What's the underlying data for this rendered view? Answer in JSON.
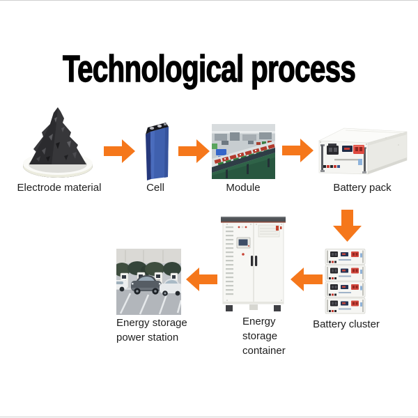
{
  "page": {
    "title": "Technological process"
  },
  "colors": {
    "arrow": "#f5771b",
    "label": "#1d1d1d",
    "background": "#ffffff"
  },
  "process": {
    "steps": [
      {
        "id": "electrode-material",
        "label": "Electrode material",
        "icon": "electrode-material-icon"
      },
      {
        "id": "cell",
        "label": "Cell",
        "icon": "battery-cell-icon"
      },
      {
        "id": "module",
        "label": "Module",
        "icon": "assembly-line-icon"
      },
      {
        "id": "battery-pack",
        "label": "Battery pack",
        "icon": "battery-pack-icon"
      },
      {
        "id": "battery-cluster",
        "label": "Battery cluster",
        "icon": "battery-cluster-icon"
      },
      {
        "id": "energy-storage-container",
        "label": "Energy storage container",
        "label_lines": [
          "Energy",
          "storage",
          "container"
        ],
        "icon": "storage-container-icon"
      },
      {
        "id": "energy-storage-power-station",
        "label": "Energy storage power station",
        "label_lines": [
          "Energy storage",
          "power station"
        ],
        "icon": "charging-station-icon"
      }
    ],
    "arrows": [
      {
        "from": "electrode-material",
        "to": "cell",
        "direction": "right"
      },
      {
        "from": "cell",
        "to": "module",
        "direction": "right"
      },
      {
        "from": "module",
        "to": "battery-pack",
        "direction": "right"
      },
      {
        "from": "battery-pack",
        "to": "battery-cluster",
        "direction": "down"
      },
      {
        "from": "battery-cluster",
        "to": "energy-storage-container",
        "direction": "left"
      },
      {
        "from": "energy-storage-container",
        "to": "energy-storage-power-station",
        "direction": "left"
      }
    ]
  }
}
